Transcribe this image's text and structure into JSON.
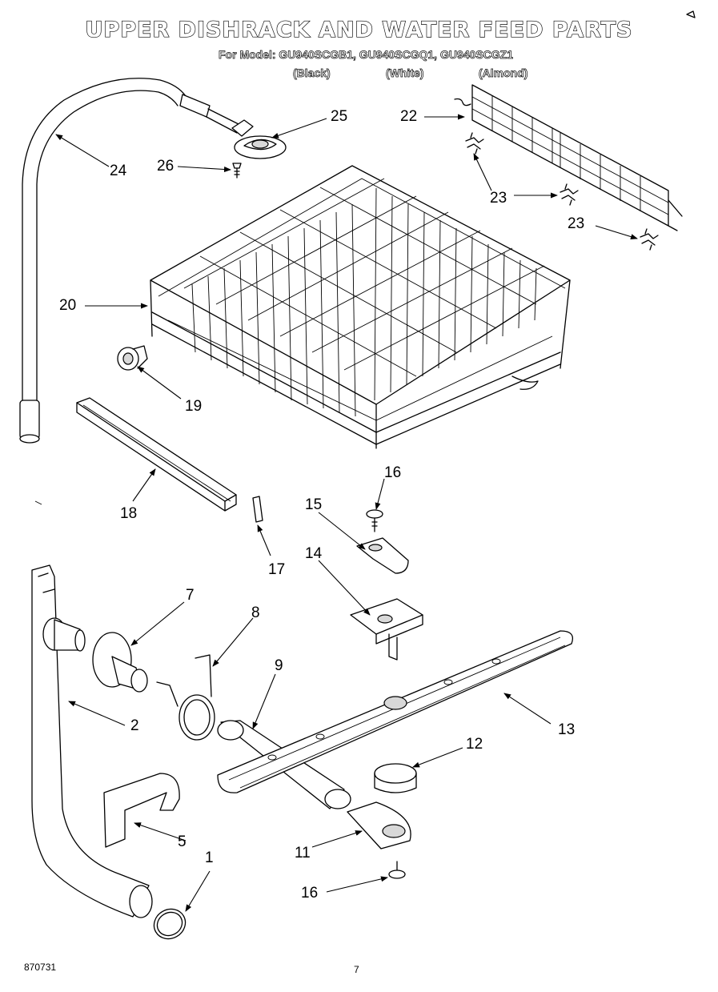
{
  "header": {
    "title": "UPPER DISHRACK AND WATER FEED PARTS",
    "model_line": "For Model: GU940SCGB1, GU940SCGQ1, GU940SCGZ1",
    "colors": [
      "(Black)",
      "(White)",
      "(Almond)"
    ]
  },
  "callouts": {
    "c25": "25",
    "c24": "24",
    "c26": "26",
    "c22": "22",
    "c23a": "23",
    "c23b": "23",
    "c20": "20",
    "c19": "19",
    "c18": "18",
    "c17": "17",
    "c16a": "16",
    "c15": "15",
    "c14": "14",
    "c7": "7",
    "c8": "8",
    "c9": "9",
    "c2": "2",
    "c13": "13",
    "c12": "12",
    "c5": "5",
    "c11": "11",
    "c1": "1",
    "c16b": "16"
  },
  "footer": {
    "code": "870731",
    "page": "7"
  }
}
